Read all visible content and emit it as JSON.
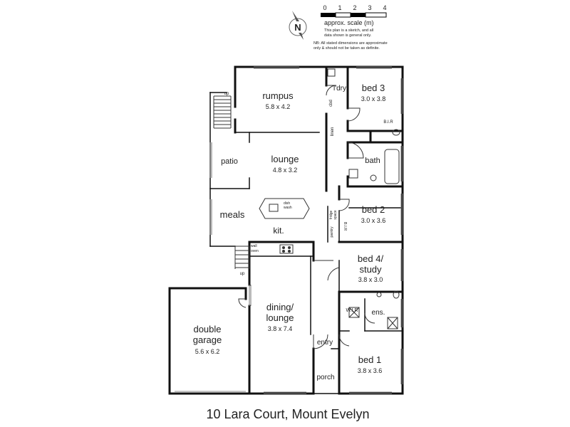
{
  "scale": {
    "ticks": [
      "0",
      "1",
      "2",
      "3",
      "4"
    ],
    "title": "approx. scale (m)",
    "note_lines": [
      "This plan is a sketch, and all",
      "data shown is general only."
    ],
    "nb_lines": [
      "NB: All stated dimensions are approximate",
      "only & should not be taken as definite."
    ]
  },
  "compass": {
    "label": "N"
  },
  "rooms": {
    "rumpus": {
      "name": "rumpus",
      "dims": "5.8 x 4.2"
    },
    "ldry": {
      "name": "l'dry"
    },
    "bed3": {
      "name": "bed 3",
      "dims": "3.0 x 3.8"
    },
    "bir3": {
      "name": "B.I.R"
    },
    "lounge": {
      "name": "lounge",
      "dims": "4.8 x 3.2"
    },
    "patio": {
      "name": "patio"
    },
    "bath": {
      "name": "bath"
    },
    "meals": {
      "name": "meals"
    },
    "kit": {
      "name": "kit."
    },
    "bed2": {
      "name": "bed 2",
      "dims": "3.0 x 3.6"
    },
    "bed4": {
      "name_line1": "bed 4/",
      "name_line2": "study",
      "dims": "3.8 x 3.0"
    },
    "wir": {
      "name": "W.I.R"
    },
    "ens": {
      "name": "ens."
    },
    "dining": {
      "name_line1": "dining/",
      "name_line2": "lounge",
      "dims": "3.8 x 7.4"
    },
    "garage": {
      "name_line1": "double",
      "name_line2": "garage",
      "dims": "5.6 x 6.2"
    },
    "entry": {
      "name": "entry"
    },
    "porch": {
      "name": "porch"
    },
    "bed1": {
      "name": "bed 1",
      "dims": "3.8 x 3.6"
    }
  },
  "fixtures": {
    "cbd": "cbd",
    "linen": "linen",
    "wall_oven_1": "wall",
    "wall_oven_2": "oven",
    "dish_wash_1": "dish",
    "dish_wash_2": "wash",
    "fridge_space_1": "fridge",
    "fridge_space_2": "space",
    "pantry": "pantry",
    "bir2": "B.I.R",
    "up_top": "up",
    "up_bottom": "up"
  },
  "address": "10 Lara Court, Mount Evelyn"
}
